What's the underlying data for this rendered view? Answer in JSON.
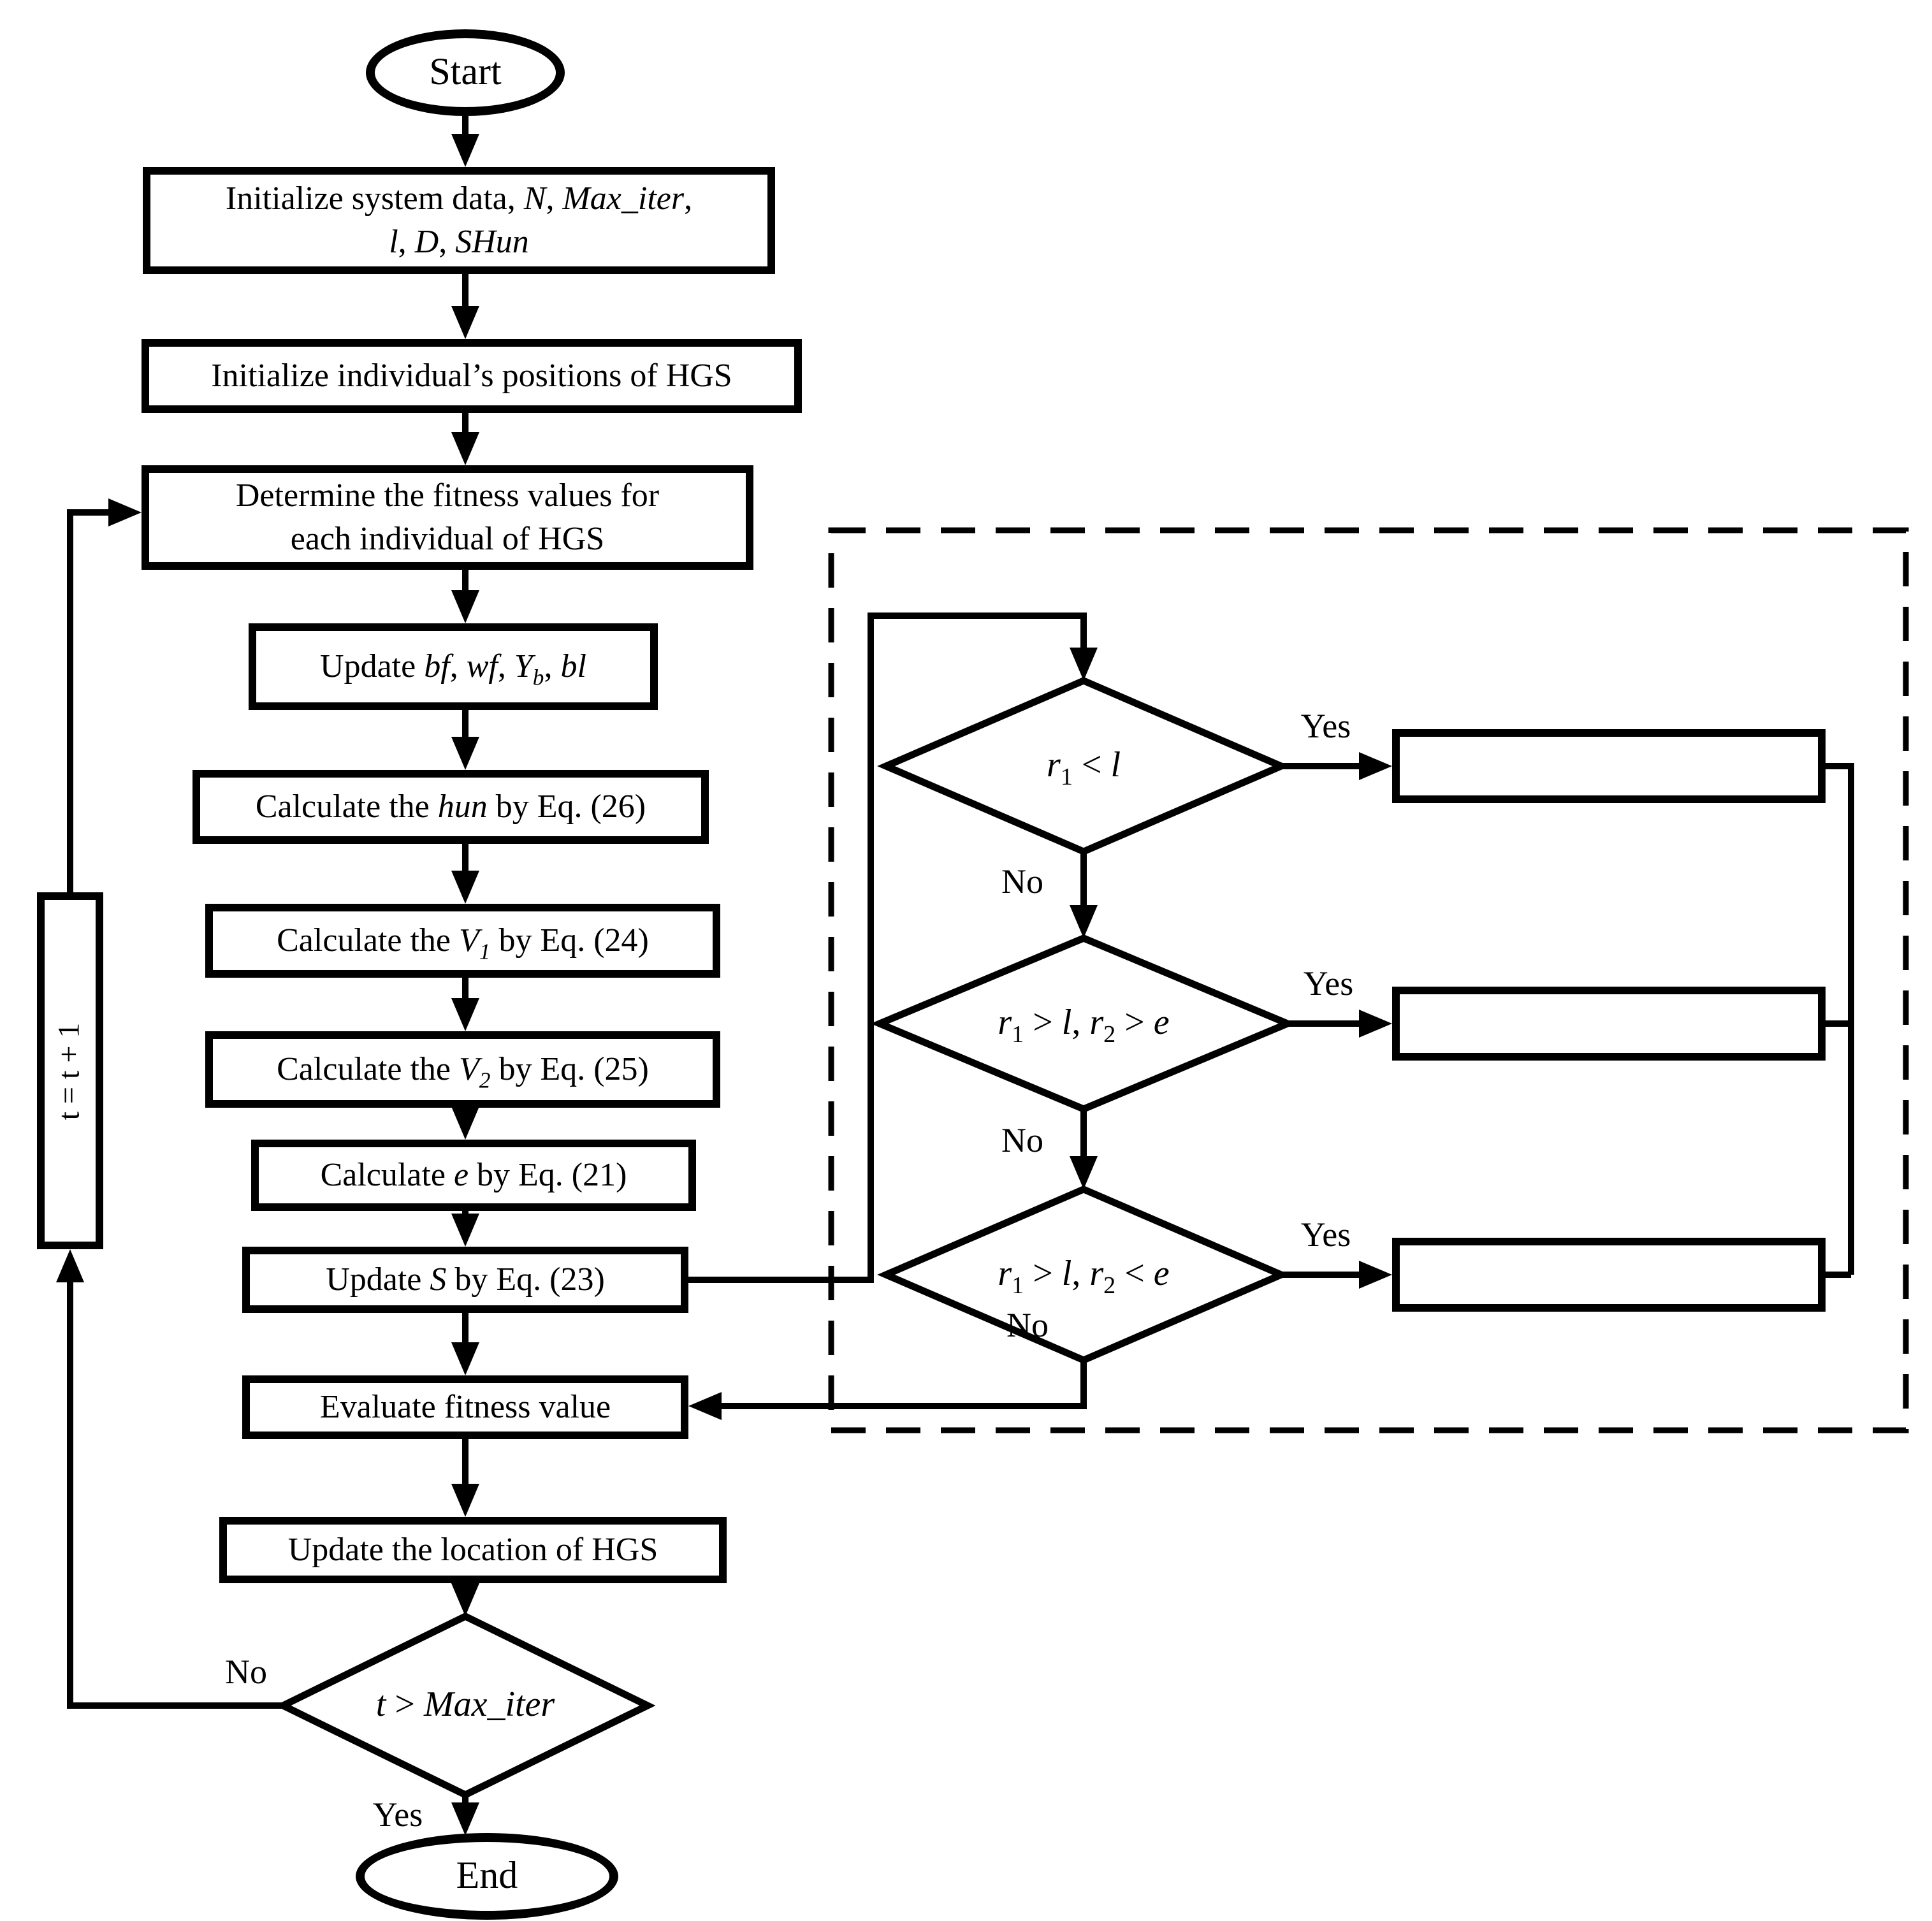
{
  "colors": {
    "ink": "#000000",
    "background": "#ffffff"
  },
  "labels": {
    "yes": "Yes",
    "no": "No"
  },
  "nodes": {
    "start": {
      "label_html": "Start"
    },
    "init_system": {
      "label_html": "Initialize system data, <i>N</i>, <i>Max_iter</i>,<br><i>l</i>, <i>D</i>, <i>SHun</i>"
    },
    "init_positions": {
      "label_html": "Initialize individual’s positions of HGS"
    },
    "determine_fitness": {
      "label_html": "Determine the fitness values for<br>each individual of HGS"
    },
    "update_bf_wf": {
      "label_html": "Update <i>bf</i>, <i>wf</i>, <i>Y</i><sub><i>b</i></sub>, <i>bl</i>"
    },
    "calc_hun": {
      "label_html": "Calculate the <i>hun</i> by Eq. (26)"
    },
    "calc_v1": {
      "label_html": "Calculate the <i>V</i><sub><i>1</i></sub> by Eq. (24)"
    },
    "calc_v2": {
      "label_html": "Calculate the <i>V</i><sub><i>2</i></sub> by Eq. (25)"
    },
    "calc_e": {
      "label_html": "Calculate <i>e</i> by Eq. (21)"
    },
    "update_s": {
      "label_html": "Update <i>S</i> by Eq. (23)"
    },
    "evaluate_fitness": {
      "label_html": "Evaluate fitness value"
    },
    "update_location": {
      "label_html": "Update the location of HGS"
    },
    "iter_check": {
      "label_html": "<i>t</i> &gt; <i>Max_iter</i>"
    },
    "t_increment": {
      "label_html": "t = t + 1"
    },
    "end": {
      "label_html": "End"
    },
    "cond_r1_lt_l": {
      "label_html": "<i>r</i><sub>1</sub> &lt; <i>l</i>"
    },
    "cond_r1_gt_l_r2_gt_e": {
      "label_html": "<i>r</i><sub>1</sub> &gt; <i>l</i>, <i>r</i><sub>2</sub> &gt; <i>e</i>"
    },
    "cond_r1_gt_l_r2_lt_e": {
      "label_html": "<i>r</i><sub>1</sub> &gt; <i>l</i>, <i>r</i><sub>2</sub> &lt; <i>e</i>"
    },
    "branch_box_1": {
      "label_html": ""
    },
    "branch_box_2": {
      "label_html": ""
    },
    "branch_box_3": {
      "label_html": ""
    }
  }
}
